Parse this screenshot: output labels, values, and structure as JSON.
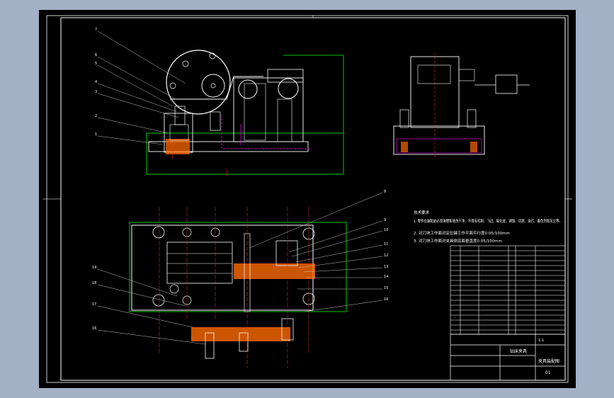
{
  "technical_requirements": {
    "heading": "技术要求",
    "items": [
      "1. 零件在装配前必须清理和清洗干净，不得有毛刺、飞边、氧化皮、锈蚀、切屑、油污、着色剂和灰尘等。",
      "2. 对刀块工作面对定位键工作平面平行度0.05/100mm",
      "3. 对刀块工作面对夹具体底面垂直度0.05/100mm"
    ]
  },
  "title_block": {
    "drawing_name": "夹具装配图",
    "part_name": "钻床夹具",
    "drawing_number": "01",
    "scale": "1:1"
  },
  "colors": {
    "page_bg": "#a3b1c6",
    "sheet_bg": "#000000",
    "line": "#ffffff",
    "outline": "#00ff00",
    "hatch": "#ff6a00",
    "section": "#ff00ff",
    "center": "#ff3030",
    "leader": "#c0c0c0"
  }
}
